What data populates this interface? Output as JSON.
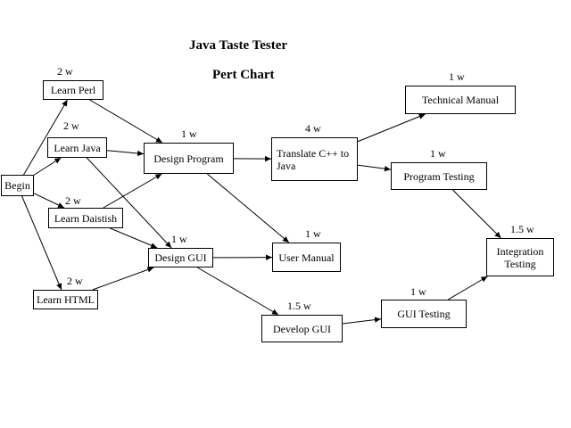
{
  "title": "Java Taste Tester",
  "subtitle": "Pert Chart",
  "colors": {
    "line": "#000000",
    "box_border": "#000000",
    "background": "#ffffff"
  },
  "nodes": {
    "begin": {
      "label": "Begin"
    },
    "learn_perl": {
      "label": "Learn Perl",
      "duration": "2 w"
    },
    "learn_java": {
      "label": "Learn Java",
      "duration": "2 w"
    },
    "learn_daistish": {
      "label": "Learn Daistish",
      "duration": "2 w"
    },
    "learn_html": {
      "label": "Learn HTML",
      "duration": "2 w"
    },
    "design_program": {
      "label": "Design Program",
      "duration": "1 w"
    },
    "design_gui": {
      "label": "Design GUI",
      "duration": "1 w"
    },
    "translate": {
      "label": "Translate C++ to\nJava",
      "duration": "4 w"
    },
    "user_manual": {
      "label": "User Manual",
      "duration": "1 w"
    },
    "develop_gui": {
      "label": "Develop GUI",
      "duration": "1.5  w"
    },
    "technical_manual": {
      "label": "Technical Manual",
      "duration": "1 w"
    },
    "program_testing": {
      "label": "Program Testing",
      "duration": "1 w"
    },
    "gui_testing": {
      "label": "GUI Testing",
      "duration": "1 w"
    },
    "integration_testing": {
      "label": "Integration\nTesting",
      "duration": "1.5 w"
    }
  },
  "edges": [
    [
      "begin",
      "learn_perl"
    ],
    [
      "begin",
      "learn_java"
    ],
    [
      "begin",
      "learn_daistish"
    ],
    [
      "begin",
      "learn_html"
    ],
    [
      "learn_perl",
      "design_program"
    ],
    [
      "learn_java",
      "design_program"
    ],
    [
      "learn_java",
      "design_gui"
    ],
    [
      "learn_daistish",
      "design_program"
    ],
    [
      "learn_daistish",
      "design_gui"
    ],
    [
      "learn_html",
      "design_gui"
    ],
    [
      "design_program",
      "translate"
    ],
    [
      "design_program",
      "user_manual"
    ],
    [
      "design_gui",
      "user_manual"
    ],
    [
      "design_gui",
      "develop_gui"
    ],
    [
      "translate",
      "technical_manual"
    ],
    [
      "translate",
      "program_testing"
    ],
    [
      "develop_gui",
      "gui_testing"
    ],
    [
      "program_testing",
      "integration_testing"
    ],
    [
      "gui_testing",
      "integration_testing"
    ]
  ]
}
